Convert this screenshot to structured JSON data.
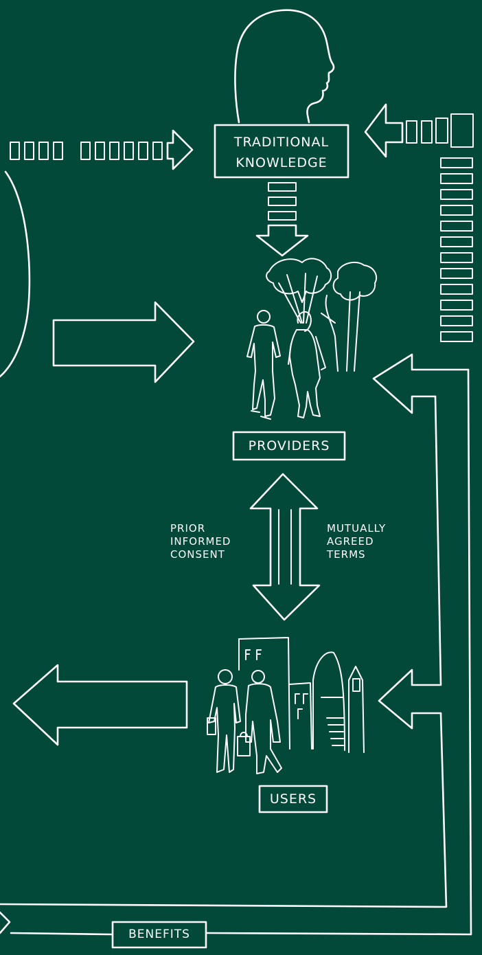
{
  "diagram": {
    "colors": {
      "background": "#03493a",
      "stroke": "#ffffff"
    },
    "nodes": {
      "traditional_knowledge": [
        "TRADITIONAL",
        "KNOWLEDGE"
      ],
      "providers": "PROVIDERS",
      "users": "USERS",
      "benefits": "BENEFITS"
    },
    "labels": {
      "prior_informed_consent": [
        "PRIOR",
        "INFORMED",
        "CONSENT"
      ],
      "mutually_agreed_terms": [
        "MUTUALLY",
        "AGREED",
        "TERMS"
      ]
    },
    "icons": [
      "head-silhouette-icon",
      "trees-icon",
      "walking-people-icon",
      "business-people-icon",
      "city-buildings-icon"
    ]
  }
}
